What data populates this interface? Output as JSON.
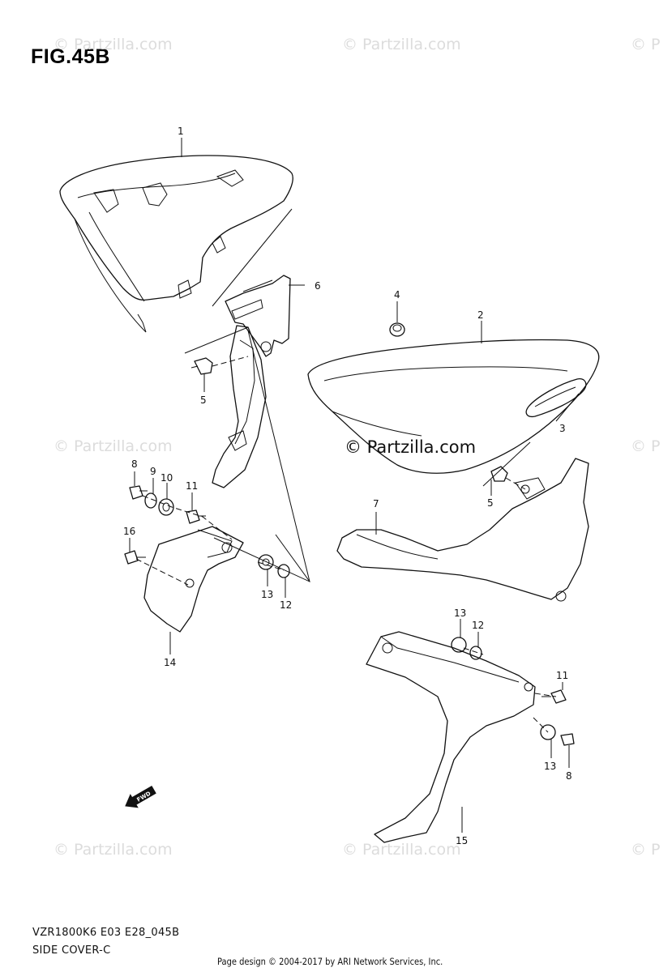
{
  "figure_title": "FIG.45B",
  "watermark_text": "© Partzilla.com",
  "watermark_clipped": "© P",
  "watermark_main": "© Partzilla.com",
  "model_code": "VZR1800K6 E03 E28_045B",
  "diagram_name": "SIDE COVER-C",
  "credit": "Page design © 2004-2017 by ARI Network Services, Inc.",
  "fwd_label": "FWD",
  "callouts": [
    {
      "id": "c1",
      "label": "1"
    },
    {
      "id": "c2",
      "label": "2"
    },
    {
      "id": "c3",
      "label": "3"
    },
    {
      "id": "c4",
      "label": "4"
    },
    {
      "id": "c5a",
      "label": "5"
    },
    {
      "id": "c5b",
      "label": "5"
    },
    {
      "id": "c6",
      "label": "6"
    },
    {
      "id": "c7",
      "label": "7"
    },
    {
      "id": "c8a",
      "label": "8"
    },
    {
      "id": "c8b",
      "label": "8"
    },
    {
      "id": "c9",
      "label": "9"
    },
    {
      "id": "c10",
      "label": "10"
    },
    {
      "id": "c11a",
      "label": "11"
    },
    {
      "id": "c11b",
      "label": "11"
    },
    {
      "id": "c12a",
      "label": "12"
    },
    {
      "id": "c12b",
      "label": "12"
    },
    {
      "id": "c13a",
      "label": "13"
    },
    {
      "id": "c13b",
      "label": "13"
    },
    {
      "id": "c13c",
      "label": "13"
    },
    {
      "id": "c14",
      "label": "14"
    },
    {
      "id": "c15",
      "label": "15"
    },
    {
      "id": "c16",
      "label": "16"
    }
  ]
}
